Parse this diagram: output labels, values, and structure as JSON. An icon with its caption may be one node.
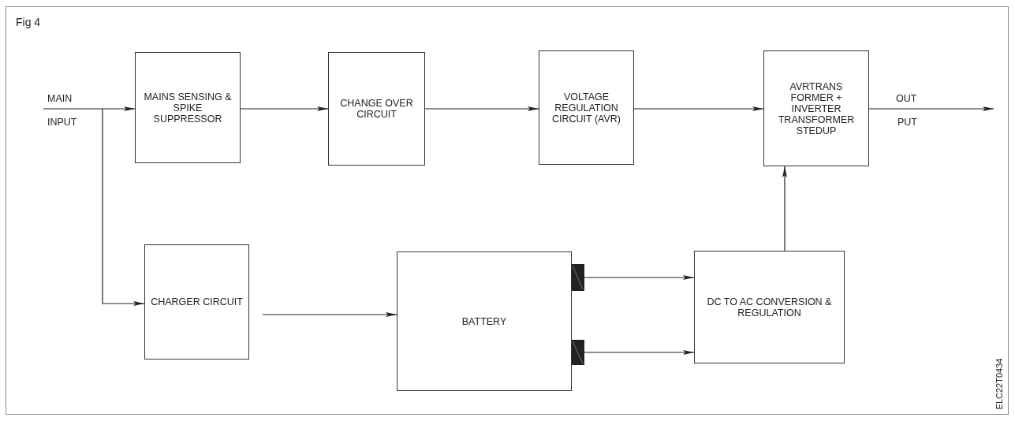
{
  "diagram": {
    "title": "Fig 4",
    "nodes": [
      {
        "text": [
          "MAINS SENSING & SPIKE SUPPRESSOR"
        ]
      },
      {
        "text": [
          "CHANGE OVER CIRCUIT"
        ]
      },
      {
        "text": [
          "VOLTAGE REGULATION CIRCUIT (AVR)"
        ]
      },
      {
        "text": [
          "AVRTRANS FORMER + INVERTER TRANSFORMER STEDUP"
        ]
      },
      {
        "text": [
          "CHARGER CIRCUIT"
        ]
      },
      {
        "text": [
          "BATTERY"
        ]
      },
      {
        "text": [
          "DC TO AC CONVERSION & REGULATION"
        ]
      }
    ],
    "edges": [
      {
        "from": null,
        "to": 0,
        "arrow": "to"
      },
      {
        "from": null,
        "to": 4,
        "arrow": "to"
      },
      {
        "from": 0,
        "to": 1,
        "arrow": "to"
      },
      {
        "from": 1,
        "to": 2,
        "arrow": "to"
      },
      {
        "from": 2,
        "to": 3,
        "arrow": "to"
      },
      {
        "from": 3,
        "to": null,
        "arrow": "to"
      },
      {
        "from": 4,
        "to": 5,
        "arrow": "to"
      },
      {
        "from": 5,
        "to": 6,
        "arrow": "to"
      },
      {
        "from": 5,
        "to": 6,
        "arrow": "to"
      },
      {
        "from": 6,
        "to": 3,
        "arrow": "to"
      }
    ],
    "labels": [
      "MAIN",
      "INPUT",
      "OUT",
      "PUT",
      "ELC22T0434"
    ]
  }
}
